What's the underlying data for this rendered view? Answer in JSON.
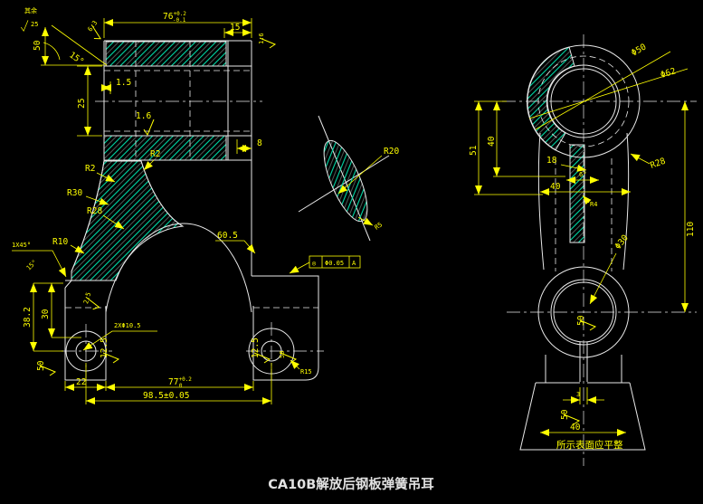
{
  "title": "CA10B解放后钢板弹簧吊耳",
  "colors": {
    "background": "#000000",
    "line": "#e8e8e8",
    "dimension": "#ffff00",
    "hatch": "#00d9a6"
  },
  "notes": {
    "corner_note": "其余",
    "corner_value": "25",
    "surface_note": "所示表面应平整"
  },
  "front": {
    "dim_width_top": "76",
    "tol_up": "+0.2",
    "tol_dn": "-0.1",
    "dim_step": "15",
    "rough_top_right": "1.6",
    "rough_top_left": "6.3",
    "angle_top_left": "15°",
    "rough_left": "50",
    "dim_bore": "25",
    "dim_wall": "1.5",
    "rough_bore": "1.6",
    "dim_tab": "8",
    "r2_a": "R2",
    "r2_b": "R2",
    "r30": "R30",
    "r28": "R28",
    "r10": "R10",
    "dim_arch": "60.5",
    "gdt_sym": "◎",
    "gdt_tol": "Φ0.05",
    "gdt_datum": "A",
    "chamfer": "1X45°",
    "angle_bottom": "15°",
    "rough_50_bl": "50",
    "dim_height": "38.2",
    "dim_30": "30",
    "rough_25": "2.5",
    "hole_callout": "2XΦ10.5",
    "rough_125_l": "12.5",
    "rough_125_r": "12.5",
    "rough_50_br": "50",
    "r15": "R15",
    "dim_22": "22",
    "dim_77": "77",
    "dim77_up": "+0.2",
    "dim77_dn": "0",
    "dim_overall": "98.5±0.05"
  },
  "section": {
    "r20": "R20",
    "r5": "R5"
  },
  "side": {
    "phi50": "Φ50",
    "phi62": "Φ62",
    "r28": "R28",
    "dim_18": "18",
    "angle_6": "6°",
    "r4": "R4",
    "dim_40_mid": "40",
    "dim_110": "110",
    "dim_40_left": "40",
    "dim_51": "51",
    "phi_30": "Φ30",
    "rough_hole": "50",
    "dim_slot": "3",
    "rough_slot": "50",
    "dim_40_bottom": "40"
  }
}
